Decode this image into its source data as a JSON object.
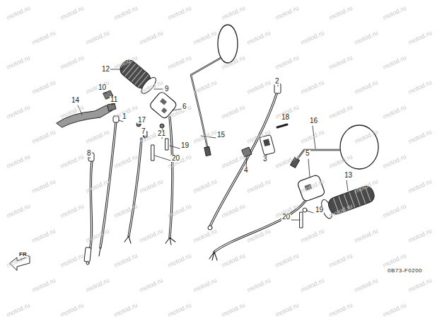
{
  "diagram": {
    "labels": [
      "12",
      "9",
      "10",
      "11",
      "14",
      "1",
      "17",
      "7",
      "6",
      "21",
      "19",
      "20",
      "8",
      "15",
      "2",
      "18",
      "16",
      "3",
      "4",
      "5",
      "13",
      "19",
      "20",
      "FR.",
      "0B73-F0200",
      "motod.ru",
      "motod.ru",
      "motod.ru",
      "motod.ru",
      "motod.ru",
      "motod.ru",
      "motod.ru",
      "motod.ru",
      "motod.ru",
      "motod.ru",
      "motod.ru",
      "motod.ru",
      "motod.ru",
      "motod.ru",
      "motod.ru",
      "motod.ru",
      "motod.ru",
      "motod.ru",
      "motod.ru",
      "motod.ru",
      "motod.ru",
      "motod.ru",
      "motod.ru",
      "motod.ru",
      "motod.ru",
      "motod.ru",
      "motod.ru",
      "motod.ru",
      "motod.ru",
      "motod.ru",
      "motod.ru",
      "motod.ru",
      "motod.ru",
      "motod.ru",
      "motod.ru",
      "motod.ru",
      "motod.ru",
      "motod.ru",
      "motod.ru",
      "motod.ru",
      "motod.ru",
      "motod.ru",
      "motod.ru",
      "motod.ru",
      "motod.ru",
      "motod.ru",
      "motod.ru",
      "motod.ru",
      "motod.ru",
      "motod.ru",
      "motod.ru",
      "motod.ru",
      "motod.ru",
      "motod.ru",
      "motod.ru",
      "motod.ru",
      "motod.ru",
      "motod.ru",
      "motod.ru",
      "motod.ru",
      "motod.ru",
      "motod.ru",
      "motod.ru",
      "motod.ru",
      "motod.ru",
      "motod.ru",
      "motod.ru",
      "motod.ru",
      "motod.ru",
      "motod.ru",
      "motod.ru",
      "motod.ru",
      "motod.ru",
      "motod.ru",
      "motod.ru",
      "motod.ru",
      "motod.ru",
      "motod.ru",
      "motod.ru",
      "motod.ru",
      "motod.ru",
      "motod.ru",
      "motod.ru",
      "motod.ru",
      "motod.ru",
      "motod.ru",
      "motod.ru",
      "motod.ru",
      "motod.ru",
      "motod.ru",
      "motod.ru",
      "motod.ru",
      "motod.ru",
      "motod.ru",
      "motod.ru",
      "motod.ru",
      "motod.ru",
      "motod.ru",
      "motod.ru",
      "motod.ru",
      "motod.ru",
      "motod.ru",
      "motod.ru",
      "motod.ru"
    ]
  }
}
